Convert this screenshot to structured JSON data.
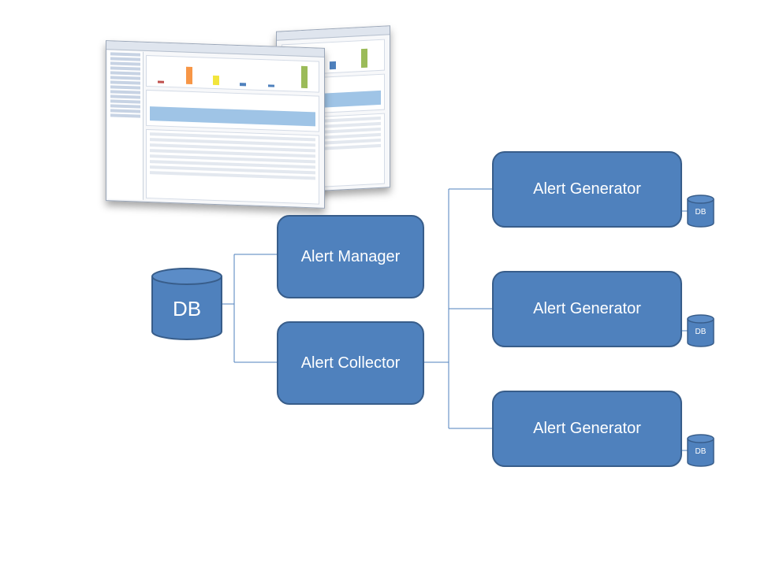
{
  "nodes": {
    "main_db": "DB",
    "alert_manager": "Alert Manager",
    "alert_collector": "Alert Collector",
    "generators": [
      {
        "label": "Alert Generator",
        "db": "DB"
      },
      {
        "label": "Alert Generator",
        "db": "DB"
      },
      {
        "label": "Alert Generator",
        "db": "DB"
      }
    ]
  },
  "colors": {
    "box_fill": "#4f81bd",
    "box_border": "#385d8a",
    "connector": "#4f81bd",
    "text": "#ffffff"
  }
}
